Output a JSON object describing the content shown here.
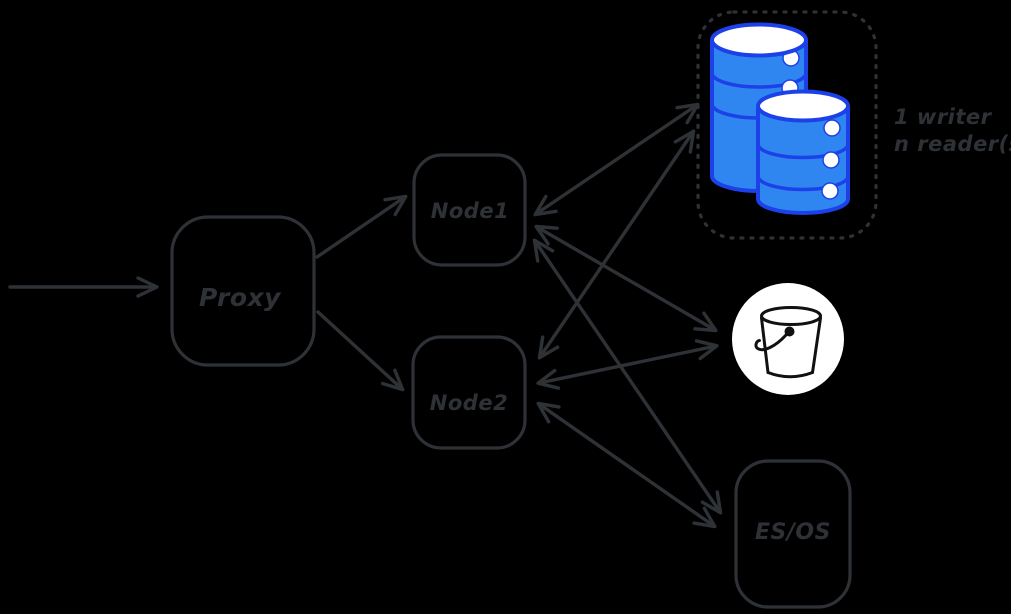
{
  "canvas": {
    "background_color": "#000000",
    "stroke_color": "#2e3236"
  },
  "nodes": {
    "proxy": {
      "label": "Proxy"
    },
    "node1": {
      "label": "Node1"
    },
    "node2": {
      "label": "Node2"
    },
    "esos": {
      "label": "ES/OS"
    }
  },
  "db_cluster": {
    "icon": "database-cylinders-icon",
    "cylinder_count": 2,
    "note_line1": "1 writer",
    "note_line2": "n reader(s)",
    "cylinder_fill_color": "#2f86f0",
    "cylinder_stroke_color": "#1c41e8",
    "border_style": "dashed"
  },
  "bucket": {
    "icon": "bucket-icon",
    "background_color": "#ffffff"
  },
  "edges": [
    {
      "from": "client",
      "to": "proxy",
      "direction": "one-way"
    },
    {
      "from": "proxy",
      "to": "node1",
      "direction": "one-way"
    },
    {
      "from": "proxy",
      "to": "node2",
      "direction": "one-way"
    },
    {
      "from": "node1",
      "to": "db-cluster",
      "direction": "two-way"
    },
    {
      "from": "node2",
      "to": "db-cluster",
      "direction": "two-way"
    },
    {
      "from": "node1",
      "to": "bucket",
      "direction": "two-way"
    },
    {
      "from": "node2",
      "to": "bucket",
      "direction": "two-way"
    },
    {
      "from": "node1",
      "to": "es-os",
      "direction": "two-way"
    },
    {
      "from": "node2",
      "to": "es-os",
      "direction": "two-way"
    }
  ]
}
